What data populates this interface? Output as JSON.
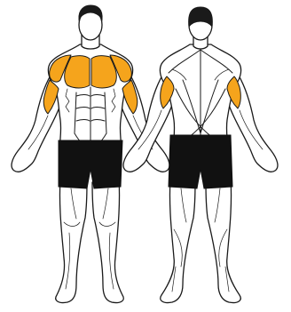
{
  "colors": {
    "highlight": "#f5a41c",
    "outline": "#1a1a1a",
    "shorts": "#111111",
    "skin": "#ffffff"
  },
  "figures": [
    {
      "view": "front",
      "highlighted_muscles": [
        "left-deltoid",
        "right-deltoid",
        "left-pectoral",
        "right-pectoral",
        "left-bicep",
        "right-bicep"
      ]
    },
    {
      "view": "back",
      "highlighted_muscles": [
        "left-tricep",
        "right-tricep"
      ]
    }
  ]
}
